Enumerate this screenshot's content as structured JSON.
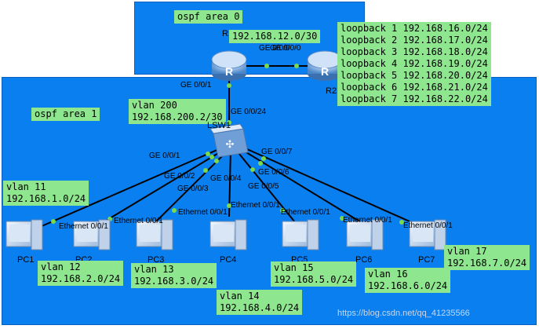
{
  "areas": {
    "area0": "ospf area 0",
    "area1": "ospf area 1"
  },
  "r1": {
    "name": "R1",
    "subnet": "192.168.12.0/30",
    "port_down": "GE 0/0/1",
    "port_right": "GE 0/0/0"
  },
  "r2": {
    "name": "R2",
    "port_left": "GE 0/0/0",
    "loopbacks": "loopback 1 192.168.16.0/24\nloopback 2 192.168.17.0/24\nloopback 3 192.168.18.0/24\nloopback 4 192.168.19.0/24\nloopback 5 192.168.20.0/24\nloopback 6 192.168.21.0/24\nloopback 7 192.168.22.0/24"
  },
  "lsw1": {
    "name": "LSW1",
    "uplink": "vlan 200\n192.168.200.2/30",
    "uplink_port": "GE 0/0/24",
    "ports": [
      "GE 0/0/1",
      "GE 0/0/2",
      "GE 0/0/3",
      "GE 0/0/4",
      "GE 0/0/5",
      "GE 0/0/6",
      "GE 0/0/7"
    ]
  },
  "pcs": [
    {
      "name": "PC1",
      "port": "Ethernet 0/0/1",
      "vlan": "vlan 11\n192.168.1.0/24"
    },
    {
      "name": "PC2",
      "port": "Ethernet 0/0/1",
      "vlan": "vlan 12\n192.168.2.0/24"
    },
    {
      "name": "PC3",
      "port": "Ethernet 0/0/1",
      "vlan": "vlan 13\n192.168.3.0/24"
    },
    {
      "name": "PC4",
      "port": "Ethernet 0/0/1",
      "vlan": "vlan 14\n192.168.4.0/24"
    },
    {
      "name": "PC5",
      "port": "Ethernet 0/0/1",
      "vlan": "vlan 15\n192.168.5.0/24"
    },
    {
      "name": "PC6",
      "port": "Ethernet 0/0/1",
      "vlan": "vlan 16\n192.168.6.0/24"
    },
    {
      "name": "PC7",
      "port": "Ethernet 0/0/1",
      "vlan": "vlan 17\n192.168.7.0/24"
    }
  ],
  "watermark": "https://blog.csdn.net/qq_41235566",
  "colors": {
    "area_bg": "#0a7ff0",
    "label_bg": "#8ee68e",
    "link": "#000000",
    "link_dot": "#7cd94a"
  }
}
